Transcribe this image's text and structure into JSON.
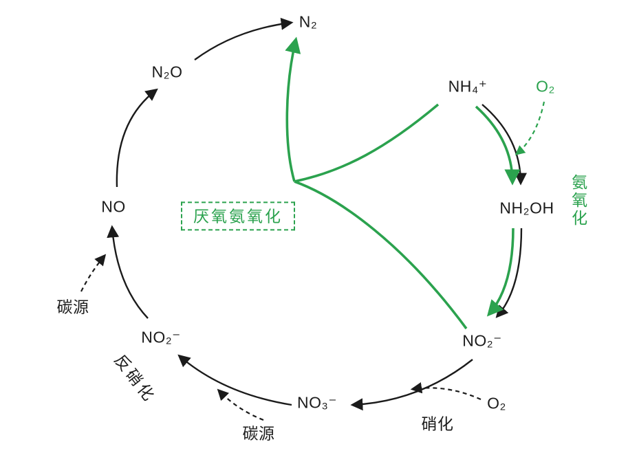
{
  "diagram": {
    "nodes": {
      "n2": "N₂",
      "n2o": "N₂O",
      "nh4": "NH₄⁺",
      "nh2oh": "NH₂OH",
      "no": "NO",
      "no2_left": "NO₂⁻",
      "no2_right": "NO₂⁻",
      "no3": "NO₃⁻",
      "o2_top": "O₂",
      "o2_bottom": "O₂"
    },
    "labels": {
      "anammox": "厌氧氨氧化",
      "ammonia_oxidation": "氨氧化",
      "nitrification": "硝化",
      "denitrification": "反硝化",
      "carbon_source_left": "碳源",
      "carbon_source_bottom": "碳源"
    },
    "colors": {
      "green": "#2ba24e",
      "black": "#1b1b1b",
      "background": "#ffffff"
    }
  }
}
